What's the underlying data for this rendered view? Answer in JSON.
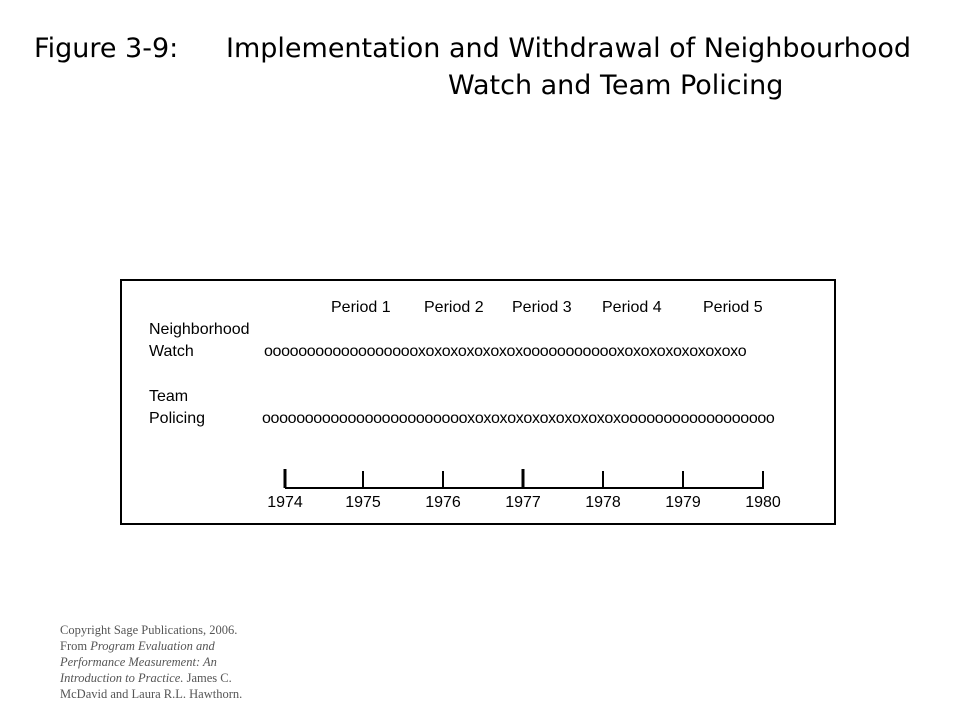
{
  "title": {
    "label": "Figure 3-9:",
    "line1": "Implementation and Withdrawal of Neighbourhood",
    "line2": "Watch and Team Policing"
  },
  "figure": {
    "periods": [
      "Period 1",
      "Period 2",
      "Period 3",
      "Period 4",
      "Period 5"
    ],
    "rows": [
      {
        "label_line1": "Neighborhood",
        "label_line2": "Watch",
        "sequence": "ooooooooooooooooooxoxoxoxoxoxoxoooooooooooxoxoxoxoxoxoxoxo"
      },
      {
        "label_line1": "Team",
        "label_line2": "Policing",
        "sequence": "ooooooooooooooooooooooooxoxoxoxoxoxoxoxoxoxoooooooooooooooooo"
      }
    ],
    "years": [
      "1974",
      "1975",
      "1976",
      "1977",
      "1978",
      "1979",
      "1980"
    ]
  },
  "copyright": {
    "prefix": "Copyright Sage Publications, 2006. From ",
    "book_title": "Program Evaluation and Performance Measurement: An Introduction to Practice.",
    "suffix": " James C. McDavid and Laura R.L. Hawthorn."
  }
}
